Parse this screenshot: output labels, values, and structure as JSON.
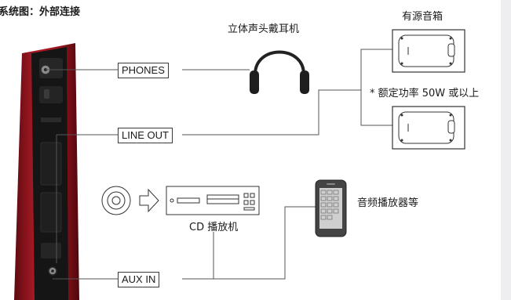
{
  "title": "连接系统图：外部连接",
  "ports": {
    "phones": "PHONES",
    "line_out": "LINE OUT",
    "aux_in": "AUX IN"
  },
  "devices": {
    "headphones": "立体声头戴耳机",
    "speakers": "有源音箱",
    "speaker_note": "* 额定功率 50W 或以上",
    "cd_player": "CD 播放机",
    "audio_player": "音频播放器等"
  },
  "colors": {
    "body_red": "#9c1520",
    "panel_black": "#161616",
    "line": "#555555"
  }
}
